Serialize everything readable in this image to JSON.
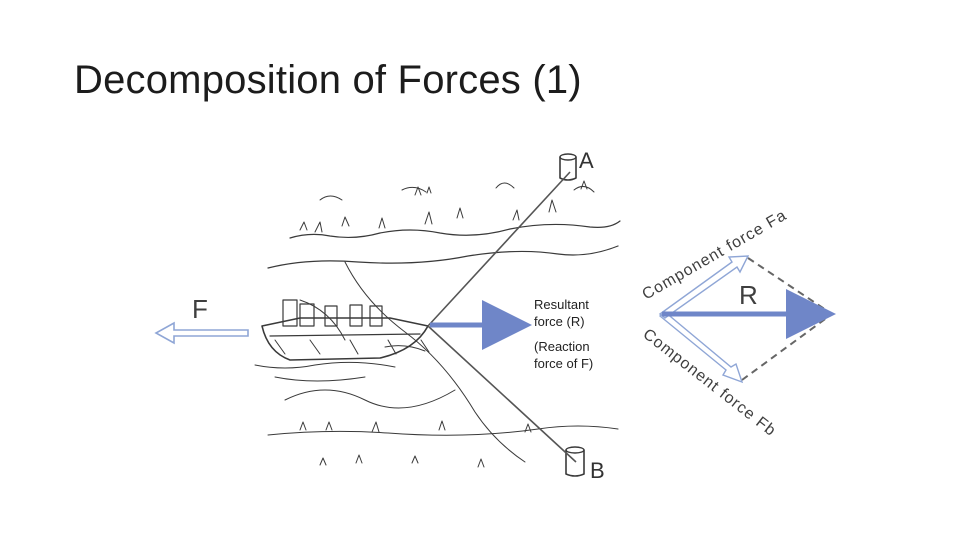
{
  "slide": {
    "title": "Decomposition of Forces (1)"
  },
  "diagram": {
    "left_force_label": "F",
    "post_a_label": "A",
    "post_b_label": "B",
    "resultant_label_line1": "Resultant",
    "resultant_label_line2": "force (R)",
    "reaction_label_line1": "(Reaction",
    "reaction_label_line2": "force of F)",
    "resultant_symbol": "R",
    "component_a_text": "Component force Fa",
    "component_b_text": "Component force Fb"
  },
  "colors": {
    "resultant_arrow": "#6f86c8",
    "outline_arrow": "#8fa6d6",
    "sketch": "#3a3a3a",
    "dashed": "#666666"
  }
}
